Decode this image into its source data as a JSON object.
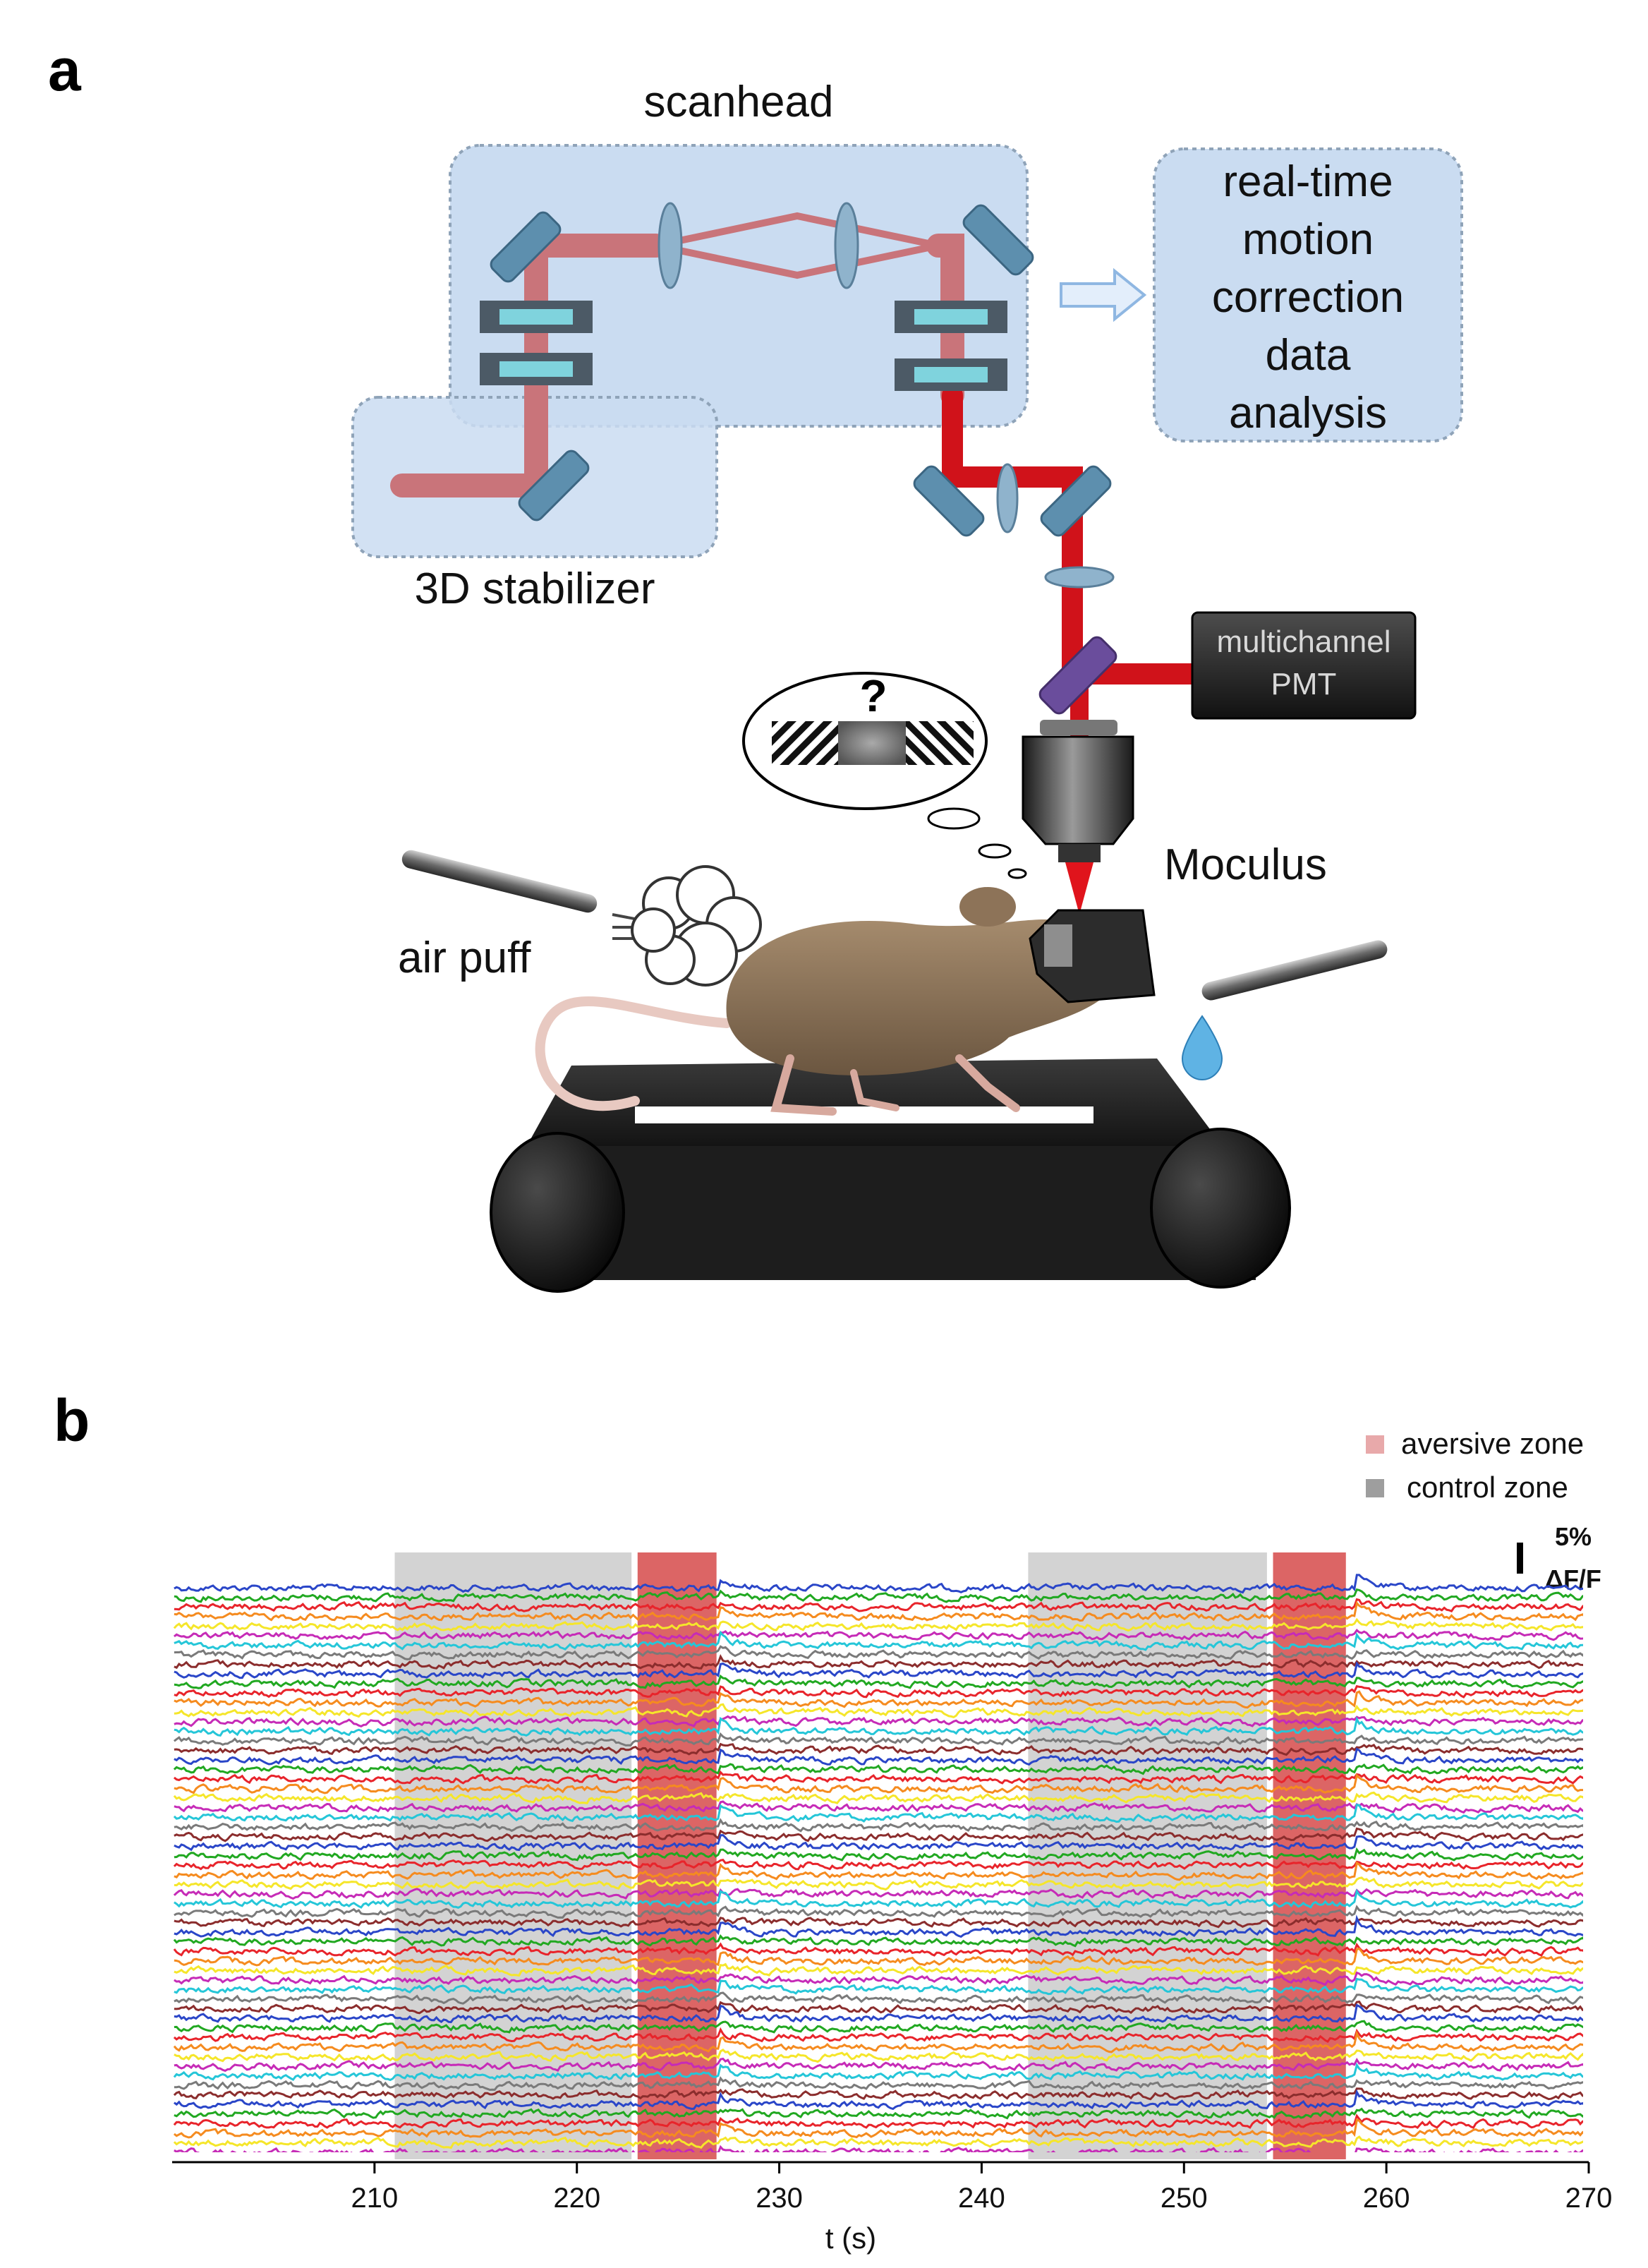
{
  "panel_a": {
    "letter": "a",
    "scanhead_label": "scanhead",
    "stabilizer_label": "3D stabilizer",
    "analysis_box_lines": [
      "real-time",
      "motion",
      "correction",
      "data",
      "analysis"
    ],
    "pmt_lines": [
      "multichannel",
      "PMT"
    ],
    "thought_symbol": "?",
    "moculus_label": "Moculus",
    "air_puff_label": "air puff"
  },
  "panel_b": {
    "letter": "b",
    "legend": [
      {
        "label": "aversive zone",
        "color": "#e8a9aa"
      },
      {
        "label": "control zone",
        "color": "#9e9e9e"
      }
    ],
    "scale_bar": {
      "value": "5%",
      "unit": "ΔF/F"
    }
  },
  "chart_data": {
    "type": "line",
    "xlabel": "t (s)",
    "xlim": [
      200,
      270
    ],
    "xticks": [
      210,
      220,
      230,
      240,
      250,
      260,
      270
    ],
    "n_traces": 60,
    "trace_colors": [
      "#2a46c8",
      "#21a821",
      "#e8242b",
      "#f58b1f",
      "#f5e62a",
      "#c62bb7",
      "#25c6d8",
      "#7a7a7a",
      "#8b2d2d"
    ],
    "zones": [
      {
        "kind": "control",
        "start": 211.0,
        "end": 222.7,
        "color": "#d3d3d3"
      },
      {
        "kind": "aversive",
        "start": 223.0,
        "end": 226.9,
        "color": "#dc6565"
      },
      {
        "kind": "control",
        "start": 242.3,
        "end": 254.1,
        "color": "#d3d3d3"
      },
      {
        "kind": "aversive",
        "start": 254.4,
        "end": 258.0,
        "color": "#dc6565"
      }
    ],
    "events": [
      {
        "t": 227.0,
        "description": "response after aversive zone"
      },
      {
        "t": 258.5,
        "description": "response after aversive zone"
      }
    ]
  }
}
